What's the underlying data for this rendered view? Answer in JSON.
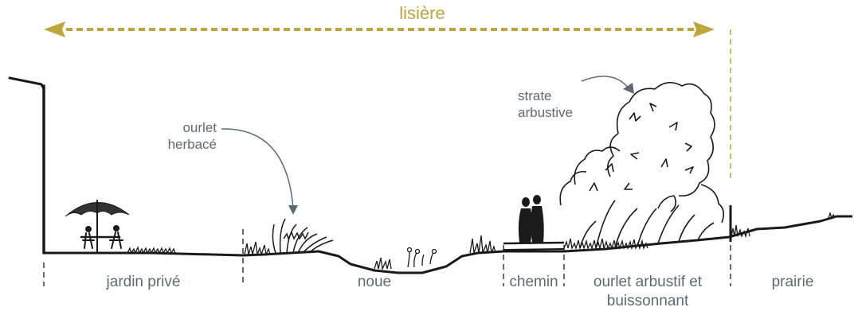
{
  "title": "lisière",
  "annotations": {
    "ourlet_herbace": "ourlet\nherbacé",
    "strate_arbustive": "strate\narbustive"
  },
  "zones": [
    {
      "id": "jardin",
      "label": "jardin privé"
    },
    {
      "id": "noue",
      "label": "noue"
    },
    {
      "id": "chemin",
      "label": "chemin"
    },
    {
      "id": "ourlet",
      "label": "ourlet arbustif et\nbuissonnant"
    },
    {
      "id": "prairie",
      "label": "prairie"
    }
  ],
  "colors": {
    "accent_gold": "#c0a43c",
    "annotation_grey": "#5d6a74",
    "ink": "#1a1a1a"
  }
}
